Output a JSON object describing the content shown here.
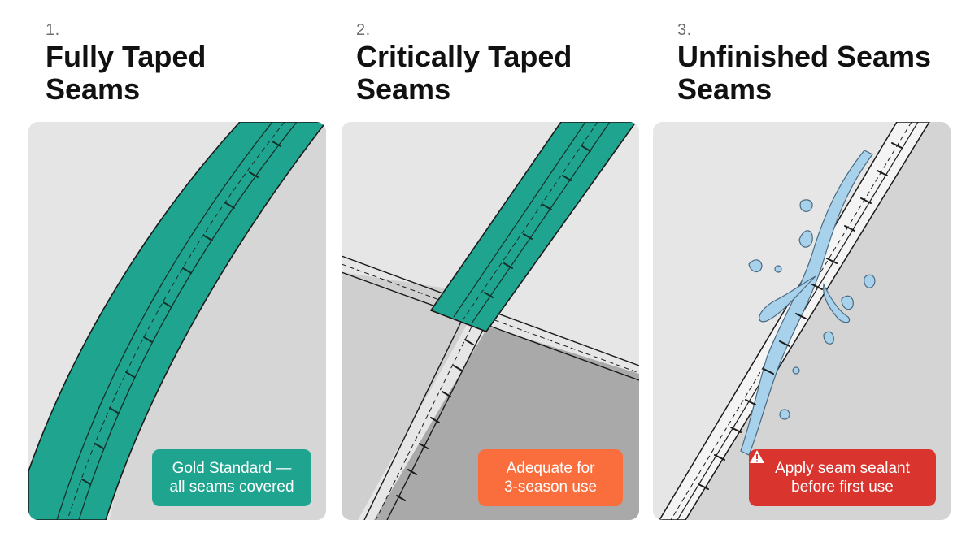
{
  "colors": {
    "tape": "#1fa58f",
    "badge_green": "#1fa58f",
    "badge_orange": "#fa6d3c",
    "badge_red": "#d9342e",
    "water": "#a8d2ec"
  },
  "columns": [
    {
      "number": "1.",
      "title_line1": "Fully Taped",
      "title_line2": "Seams",
      "badge_line1": "Gold Standard —",
      "badge_line2": "all seams covered"
    },
    {
      "number": "2.",
      "title_line1": "Critically Taped",
      "title_line2": "Seams",
      "badge_line1": "Adequate for",
      "badge_line2": "3-season use"
    },
    {
      "number": "3.",
      "title_line1": "Unfinished Seams",
      "title_line2": "Seams",
      "badge_line1": "Apply seam sealant",
      "badge_line2": "before first use",
      "badge_icon": "warning-icon"
    }
  ]
}
